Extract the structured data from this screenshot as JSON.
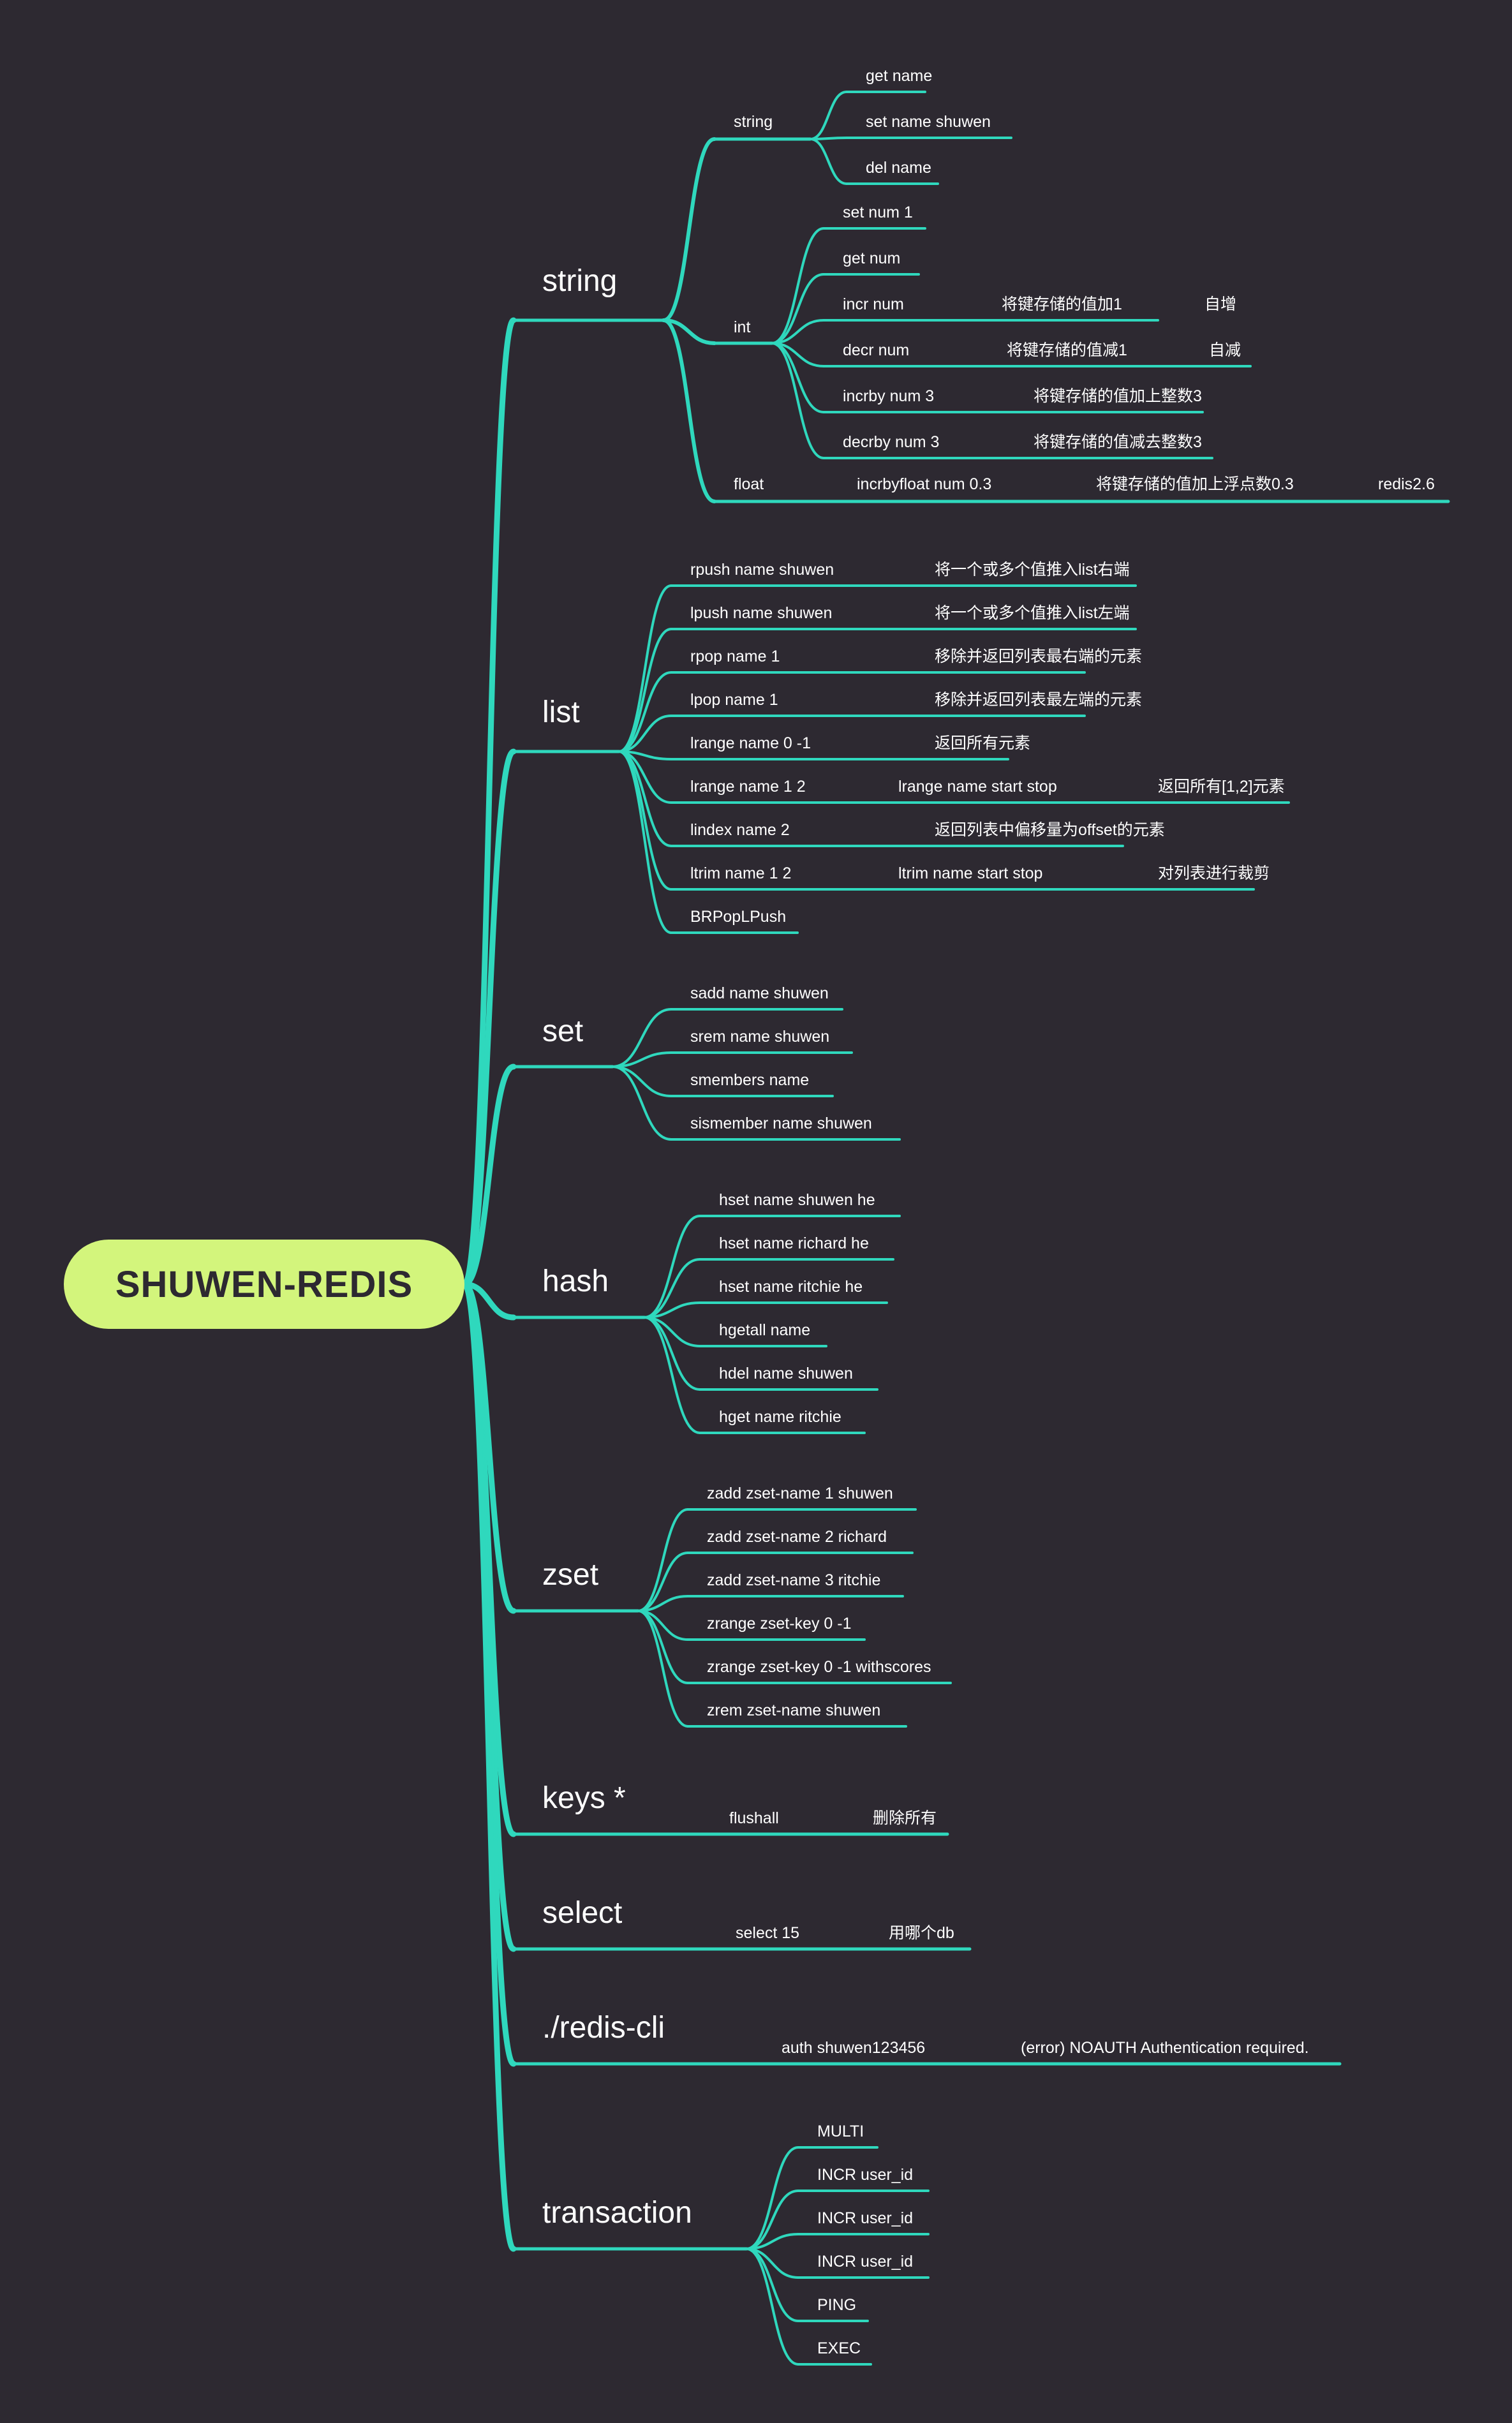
{
  "root": "SHUWEN-REDIS",
  "colors": {
    "background": "#2d2931",
    "line": "#2fd8bd",
    "root_fill": "#d3f57c",
    "root_text": "#2d2931",
    "text": "#ffffff"
  },
  "branches": [
    {
      "label": "string",
      "groups": [
        {
          "label": "string",
          "items": [
            [
              "get name"
            ],
            [
              "set name shuwen"
            ],
            [
              "del name"
            ]
          ]
        },
        {
          "label": "int",
          "items": [
            [
              "set num 1"
            ],
            [
              "get num"
            ],
            [
              "incr num",
              "将键存储的值加1",
              "自增"
            ],
            [
              "decr num",
              "将键存储的值减1",
              "自减"
            ],
            [
              "incrby num 3",
              "将键存储的值加上整数3"
            ],
            [
              "decrby num 3",
              "将键存储的值减去整数3"
            ]
          ]
        },
        {
          "label": "float",
          "inline": [
            "incrbyfloat num 0.3",
            "将键存储的值加上浮点数0.3",
            "redis2.6"
          ]
        }
      ]
    },
    {
      "label": "list",
      "items": [
        [
          "rpush name shuwen",
          "将一个或多个值推入list右端"
        ],
        [
          "lpush name shuwen",
          "将一个或多个值推入list左端"
        ],
        [
          "rpop name 1",
          "移除并返回列表最右端的元素"
        ],
        [
          "lpop name 1",
          "移除并返回列表最左端的元素"
        ],
        [
          "lrange name 0 -1",
          "返回所有元素"
        ],
        [
          "lrange name 1 2",
          "lrange name start stop",
          "返回所有[1,2]元素"
        ],
        [
          "lindex name 2",
          "返回列表中偏移量为offset的元素"
        ],
        [
          "ltrim name 1 2",
          "ltrim name start stop",
          "对列表进行裁剪"
        ],
        [
          "BRPopLPush"
        ]
      ]
    },
    {
      "label": "set",
      "items": [
        [
          "sadd name shuwen"
        ],
        [
          "srem name shuwen"
        ],
        [
          "smembers name"
        ],
        [
          "sismember name shuwen"
        ]
      ]
    },
    {
      "label": "hash",
      "items": [
        [
          "hset name shuwen he"
        ],
        [
          "hset name richard he"
        ],
        [
          "hset name ritchie he"
        ],
        [
          "hgetall name"
        ],
        [
          "hdel name shuwen"
        ],
        [
          "hget name ritchie"
        ]
      ]
    },
    {
      "label": "zset",
      "items": [
        [
          "zadd zset-name 1 shuwen"
        ],
        [
          "zadd zset-name 2 richard"
        ],
        [
          "zadd zset-name 3 ritchie"
        ],
        [
          "zrange zset-key 0 -1"
        ],
        [
          "zrange zset-key 0 -1 withscores"
        ],
        [
          "zrem zset-name shuwen"
        ]
      ]
    },
    {
      "label": "keys *",
      "inline": [
        "flushall",
        "删除所有"
      ]
    },
    {
      "label": "select",
      "inline": [
        "select 15",
        "用哪个db"
      ]
    },
    {
      "label": "./redis-cli",
      "inline": [
        "auth shuwen123456",
        "(error) NOAUTH Authentication required."
      ]
    },
    {
      "label": "transaction",
      "items": [
        [
          "MULTI"
        ],
        [
          "INCR user_id"
        ],
        [
          "INCR user_id"
        ],
        [
          "INCR user_id"
        ],
        [
          "PING"
        ],
        [
          "EXEC"
        ]
      ]
    }
  ]
}
